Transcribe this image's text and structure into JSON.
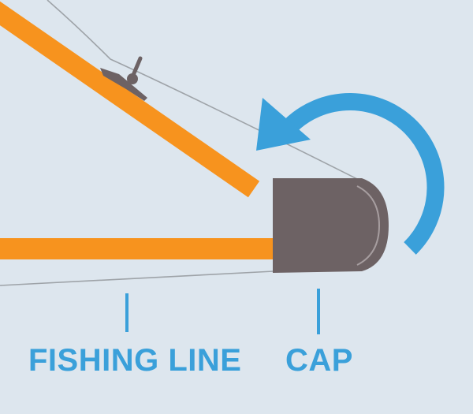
{
  "labels": {
    "fishing_line": "FISHING LINE",
    "cap": "CAP"
  },
  "colors": {
    "background": "#dde6ee",
    "rod": "#f7931e",
    "cap_body": "#6d6264",
    "cap_outline": "#a79ea0",
    "arrow": "#3aa0da",
    "line": "#9ea3a8",
    "guide": "#6d6264",
    "label": "#3aa0da"
  },
  "icons": {
    "rotate_arrow": "curved-arrow-counterclockwise",
    "guide": "rod-line-guide",
    "cap": "rod-end-cap"
  }
}
